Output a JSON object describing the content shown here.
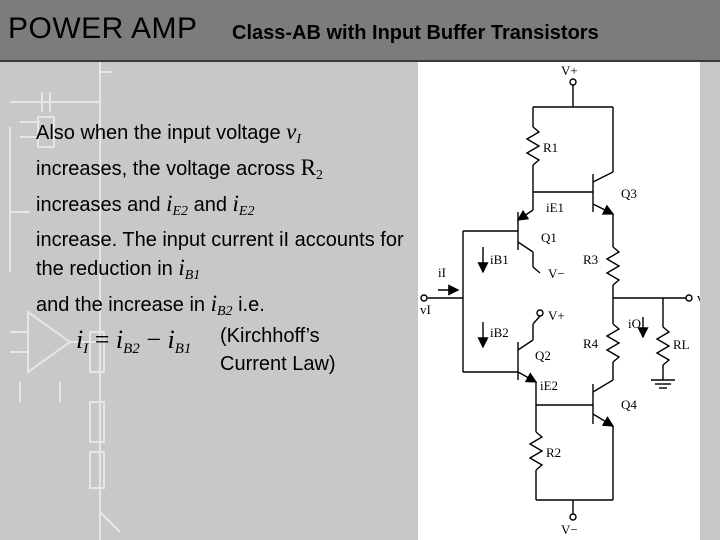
{
  "header": {
    "title": "POWER AMP",
    "subtitle": "Class-AB with Input Buffer Transistors"
  },
  "body": {
    "t1": "Also when the input voltage ",
    "v_sym": "v",
    "v_sub": "I",
    "t2": "increases, the voltage across ",
    "r_sym": "R",
    "r_sub": "2",
    "t3": "increases and ",
    "ie_sym1": "i",
    "ie_sub1": "E2",
    "t4": " and ",
    "ie_sym2": "i",
    "ie_sub2": "E2",
    "t5": "increase.  The input current iI accounts for the reduction in ",
    "ib_sym1": "i",
    "ib_sub1": "B1",
    "t6": "and the increase in ",
    "ib_sym2": "i",
    "ib_sub2": "B2",
    "t7": " i.e."
  },
  "equation": {
    "lhs": "i",
    "lhs_sub": "I",
    "eq": " = ",
    "a": "i",
    "a_sub": "B2",
    "minus": " − ",
    "b": "i",
    "b_sub": "B1"
  },
  "note": {
    "line1": "(Kirchhoff’s",
    "line2": "Current Law)"
  },
  "circuit": {
    "vplus_top": "V+",
    "r1": "R1",
    "q3": "Q3",
    "ie1": "iE1",
    "q1": "Q1",
    "ii": "iI",
    "ib1": "iB1",
    "vminus_mid": "V−",
    "r3": "R3",
    "vi": "vI",
    "vo": "vO",
    "ib2": "iB2",
    "vplus_mid": "V+",
    "r4": "R4",
    "io": "iO",
    "rl": "RL",
    "q2": "Q2",
    "ie2": "iE2",
    "q4": "Q4",
    "r2": "R2",
    "vminus_bot": "V−"
  },
  "colors": {
    "header_bg": "#7c7c7c",
    "left_bg": "#c8c8c8",
    "faint_lines": "#e4e4e4"
  }
}
